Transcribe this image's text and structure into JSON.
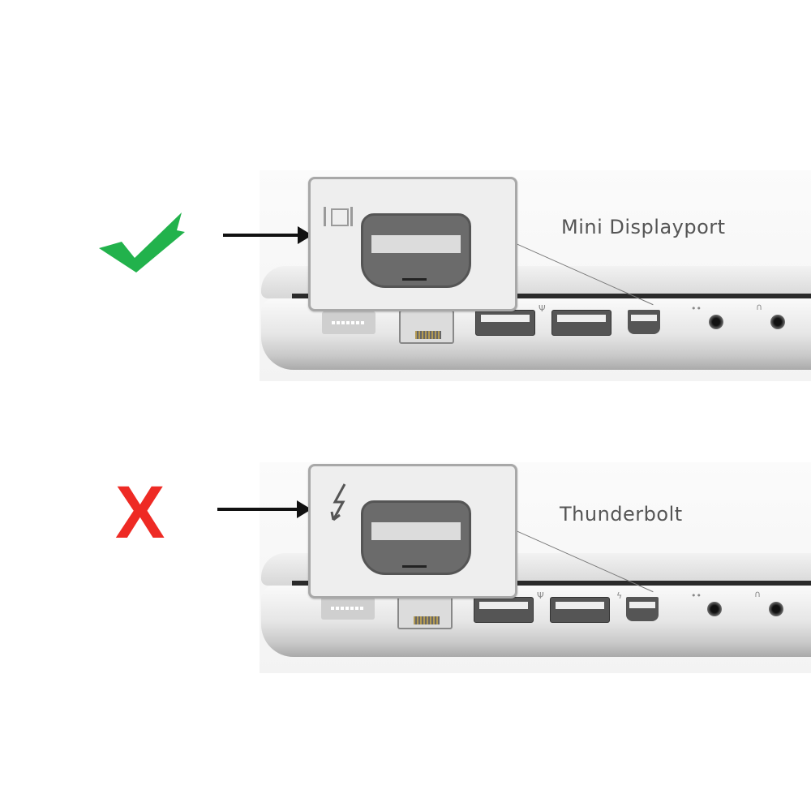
{
  "panels": [
    {
      "status": "compatible",
      "status_icon": "check-icon",
      "status_color": "#22b24c",
      "port_label": "Mini Displayport",
      "port_icon": "displayport-icon"
    },
    {
      "status": "incompatible",
      "status_icon": "x-icon",
      "status_color": "#ee2a24",
      "port_label": "Thunderbolt",
      "port_icon": "thunderbolt-icon"
    }
  ],
  "glyphs": {
    "x": "X",
    "bolt": "ϟ",
    "usb": "Ψ",
    "headphones": "∩",
    "mic": "••"
  }
}
